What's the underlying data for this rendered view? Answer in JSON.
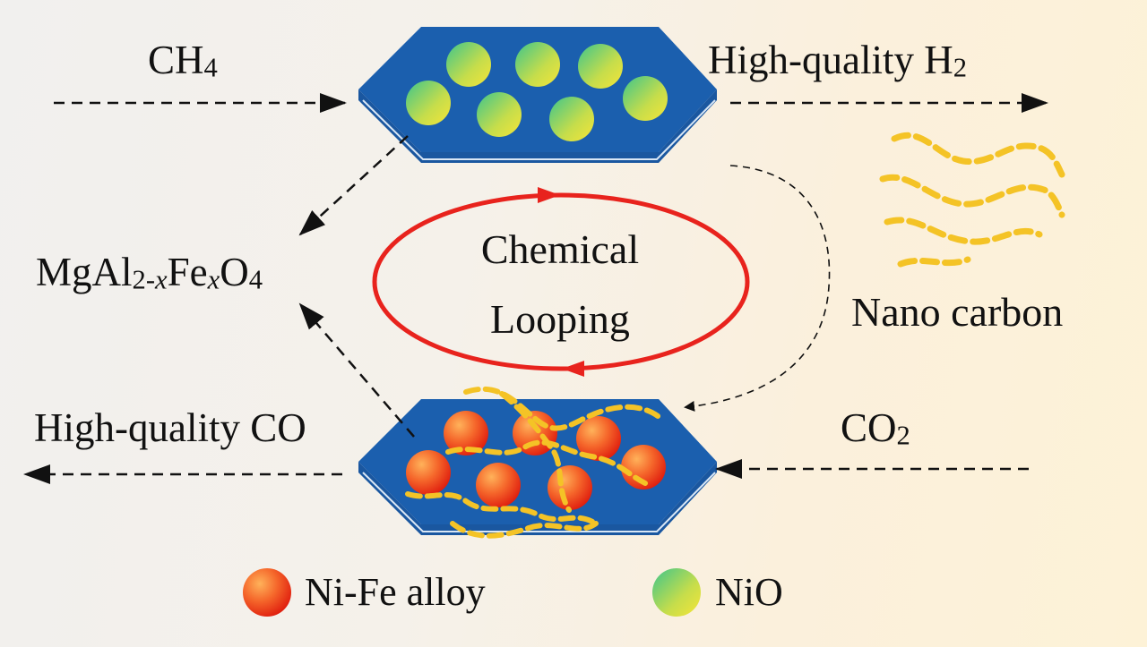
{
  "labels": {
    "ch4_main": "CH",
    "ch4_sub": "4",
    "h2_main": "High-quality H",
    "h2_sub": "2",
    "mg_1": "MgAl",
    "mg_sub1": "2-",
    "mg_sub1x": "x",
    "mg_2": "Fe",
    "mg_sub2x": "x",
    "mg_3": "O",
    "mg_sub3": "4",
    "co": "High-quality CO",
    "co2_main": "CO",
    "co2_sub": "2",
    "nano_carbon": "Nano carbon",
    "loop_line1": "Chemical",
    "loop_line2": "Looping"
  },
  "legend": {
    "alloy_label": "Ni-Fe alloy",
    "nio_label": "NiO"
  },
  "colors": {
    "plate": "#1f65b5",
    "plate_edge": "#1a5aa5",
    "loop": "#e8231d",
    "carbon": "#f2c22a",
    "nio_inner": "#f5e13a",
    "nio_outer": "#3ec48a",
    "alloy_inner": "#ffa34a",
    "alloy_outer": "#e3240f"
  }
}
